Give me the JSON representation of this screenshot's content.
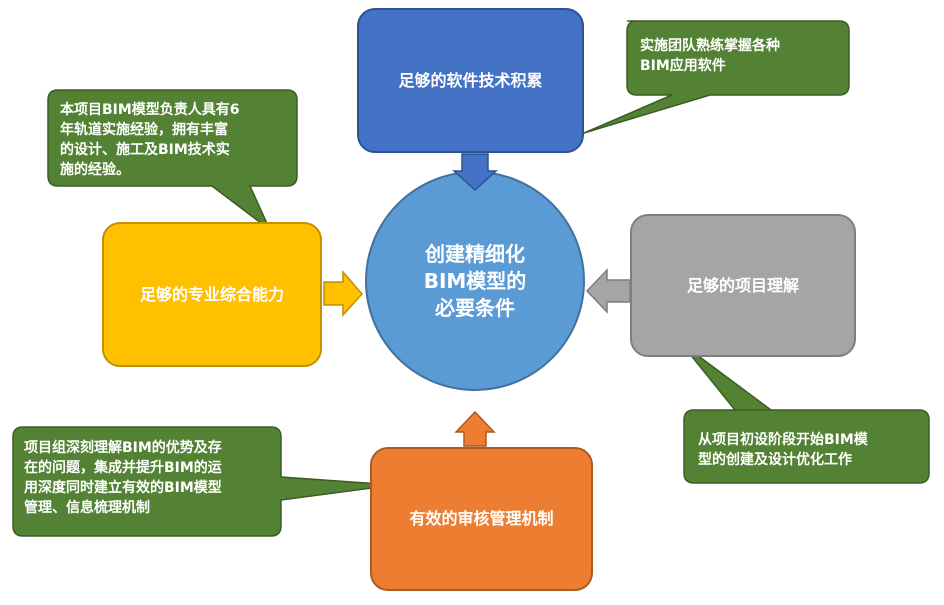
{
  "center": {
    "text": "创建精细化\nBIM模型的\n必要条件"
  },
  "boxes": {
    "top": "足够的软件技术积累",
    "left": "足够的专业综合能力",
    "right": "足够的项目理解",
    "bottom": "有效的审核管理机制"
  },
  "callouts": {
    "top_right": "实施团队熟练掌握各种\nBIM应用软件",
    "top_left": "本项目BIM模型负责人具有6\n年轨道实施经验，拥有丰富\n的设计、施工及BIM技术实\n施的经验。",
    "bottom_right": "从项目初设阶段开始BIM模\n型的创建及设计优化工作",
    "bottom_left": "项目组深刻理解BIM的优势及存\n在的问题，集成并提升BIM的运\n用深度同时建立有效的BIM模型\n管理、信息梳理机制"
  },
  "colors": {
    "center": "#5b9bd5",
    "top": "#4472c4",
    "left": "#ffc000",
    "right": "#a5a5a5",
    "bottom": "#ed7d31",
    "callout": "#548235"
  }
}
